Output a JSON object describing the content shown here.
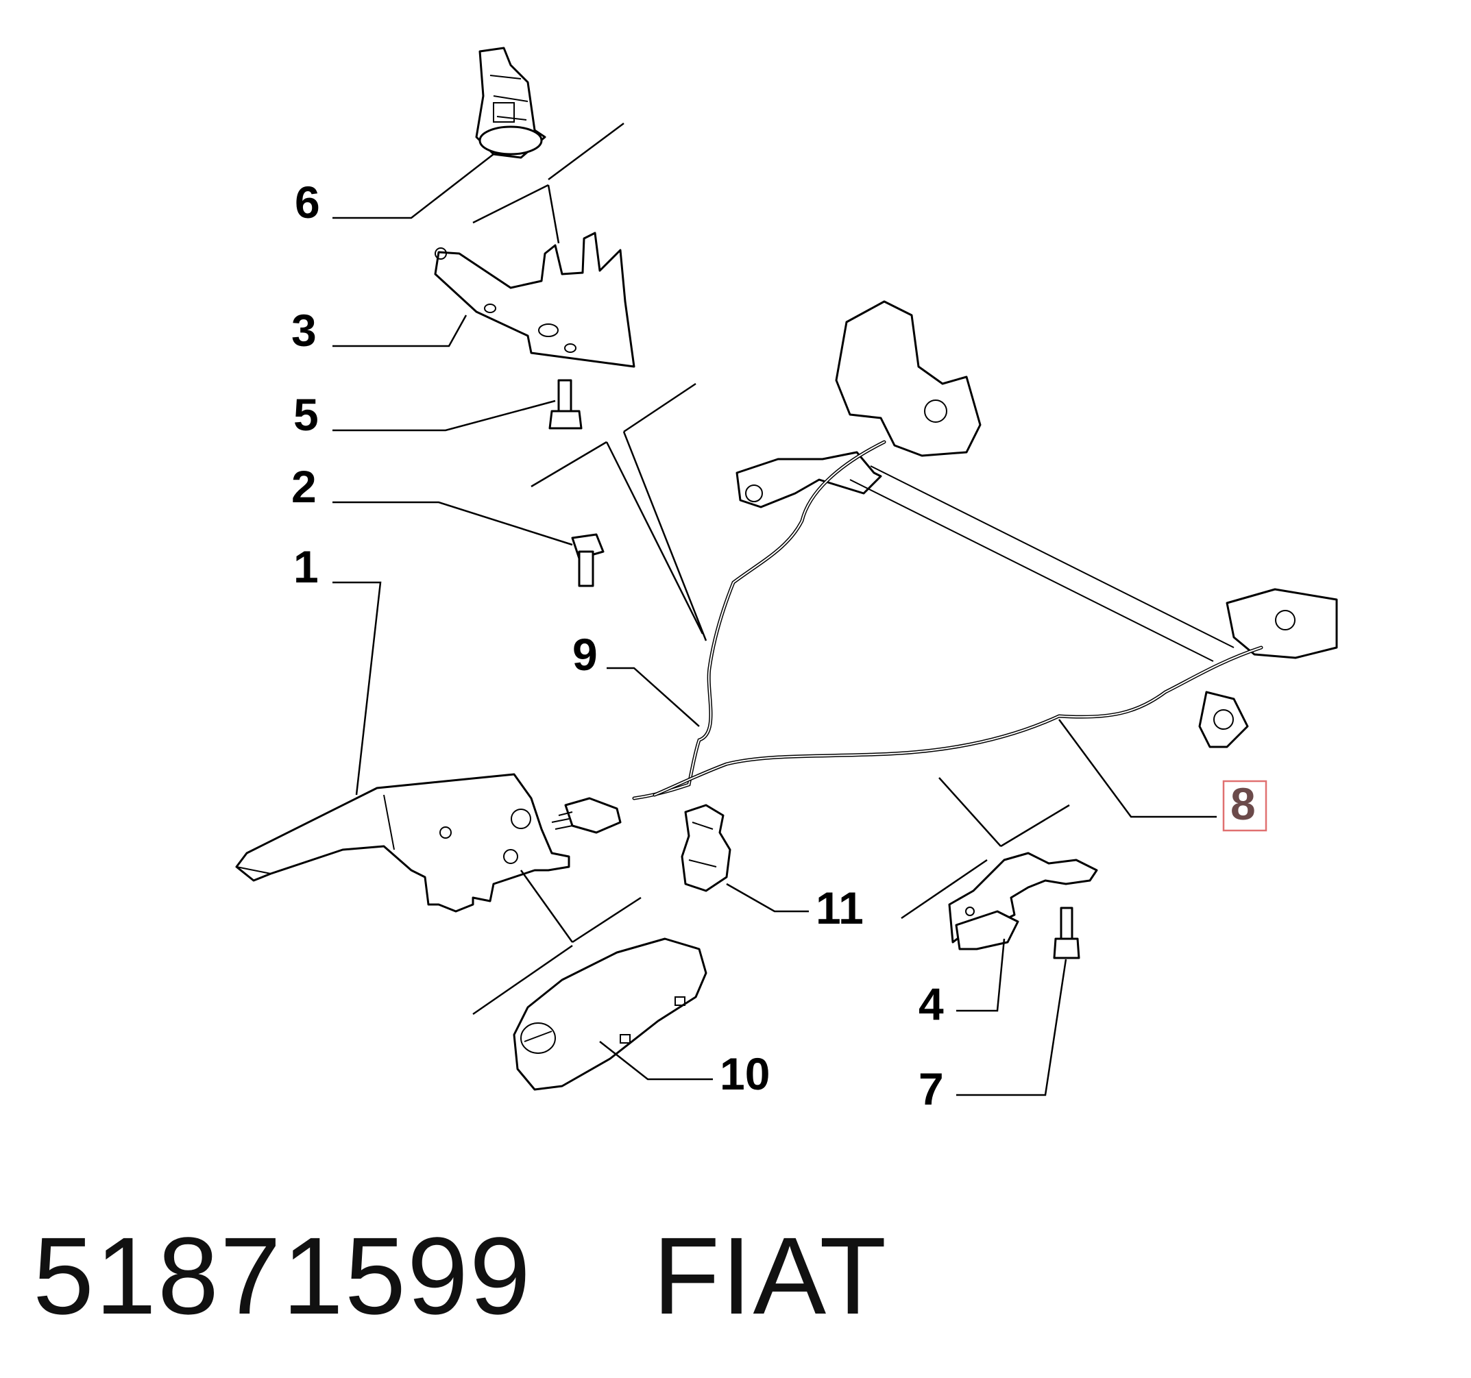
{
  "callouts": [
    {
      "id": "6",
      "label": "6"
    },
    {
      "id": "3",
      "label": "3"
    },
    {
      "id": "5",
      "label": "5"
    },
    {
      "id": "2",
      "label": "2"
    },
    {
      "id": "1",
      "label": "1"
    },
    {
      "id": "9",
      "label": "9"
    },
    {
      "id": "8",
      "label": "8",
      "highlighted": true
    },
    {
      "id": "11",
      "label": "11"
    },
    {
      "id": "4",
      "label": "4"
    },
    {
      "id": "10",
      "label": "10"
    },
    {
      "id": "7",
      "label": "7"
    }
  ],
  "footer": {
    "part_number": "51871599",
    "brand": "FIAT"
  },
  "colors": {
    "highlight_box": "#e07070",
    "highlight_text": "#6b4a4a"
  }
}
